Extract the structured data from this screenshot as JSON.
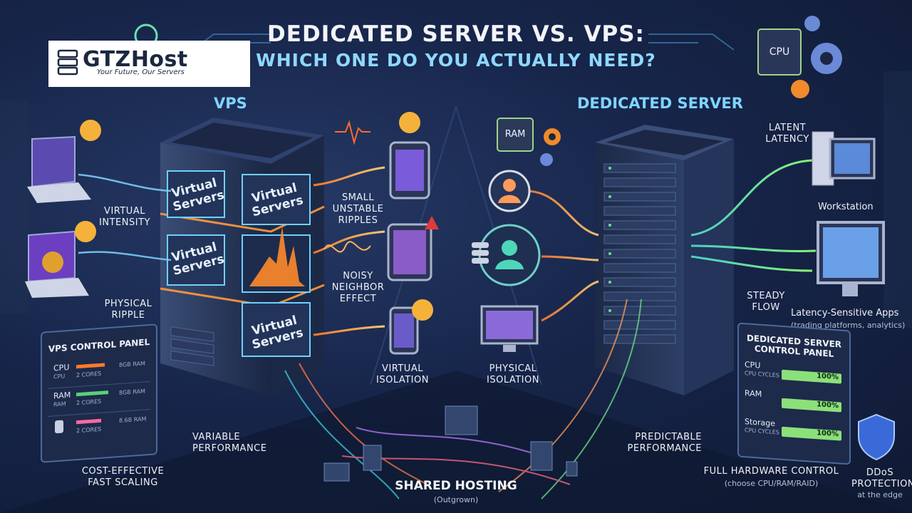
{
  "logo": {
    "name": "GTZHost",
    "tagline": "Your Future, Our Servers"
  },
  "title": {
    "line1": "DEDICATED SERVER VS. VPS:",
    "line2": "WHICH ONE DO YOU ACTUALLY NEED?"
  },
  "vps": {
    "heading": "VPS",
    "virtual_servers": [
      "Virtual Servers",
      "Virtual Servers",
      "Virtual Servers",
      "Virtual Servers"
    ],
    "labels": {
      "virtual_intensity": "VIRTUAL INTENSITY",
      "physical_ripple": "PHYSICAL RIPPLE",
      "small_unstable_ripples": "SMALL UNSTABLE RIPPLES",
      "noisy_neighbor": "NOISY NEIGHBOR EFFECT",
      "virtual_isolation": "VIRTUAL ISOLATION",
      "variable_performance": "VARIABLE PERFORMANCE",
      "cost_effective": "COST-EFFECTIVE FAST SCALING"
    },
    "control_panel": {
      "title": "VPS CONTROL PANEL",
      "rows": [
        {
          "label": "CPU",
          "sub": "CPU",
          "value": "2 CORES",
          "extra": "8GB RAM"
        },
        {
          "label": "RAM",
          "sub": "RAM",
          "value": "2 CORES",
          "extra": "8GB RAM"
        },
        {
          "label": "",
          "sub": "",
          "value": "2 CORES",
          "extra": "8.6B RAM"
        }
      ]
    }
  },
  "dedicated": {
    "heading": "DEDICATED SERVER",
    "labels": {
      "latent_latency": "LATENT LATENCY",
      "workstation": "Workstation",
      "steady_flow": "STEADY FLOW",
      "latency_sensitive": "Latency-Sensitive Apps",
      "latency_sensitive_sub": "(trading platforms, analytics)",
      "physical_isolation": "PHYSICAL ISOLATION",
      "predictable_performance": "PREDICTABLE PERFORMANCE",
      "full_hardware": "FULL HARDWARE CONTROL",
      "full_hardware_sub": "(choose CPU/RAM/RAID)",
      "ddos": "DDoS PROTECTION",
      "ddos_sub": "at the edge",
      "cpu_chip": "CPU",
      "ram_chip": "RAM"
    },
    "control_panel": {
      "title": "DEDICATED SERVER CONTROL PANEL",
      "rows": [
        {
          "label": "CPU",
          "sub": "CPU CYCLES",
          "value": "100%"
        },
        {
          "label": "RAM",
          "sub": "",
          "value": "100%"
        },
        {
          "label": "Storage",
          "sub": "CPU CYCLES",
          "value": "100%"
        }
      ]
    }
  },
  "shared": {
    "label": "SHARED HOSTING",
    "sub": "(Outgrown)"
  },
  "colors": {
    "background": "#17254a",
    "accent_cyan": "#7fd4ff",
    "accent_orange": "#ff9a3c",
    "accent_green": "#7be08a",
    "accent_purple": "#9b6cff"
  }
}
